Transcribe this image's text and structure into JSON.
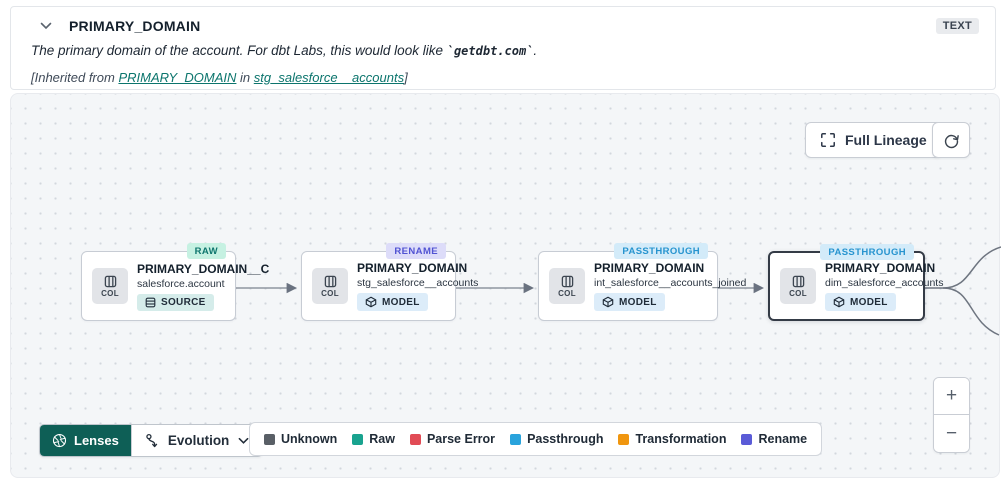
{
  "header": {
    "title": "PRIMARY_DOMAIN",
    "type_badge": "TEXT",
    "description_prefix": "The primary domain of the account. For dbt Labs, this would look like ",
    "description_code": "`getdbt.com`",
    "description_suffix": ".",
    "inherited_prefix": "[Inherited from ",
    "inherited_link_column": "PRIMARY_DOMAIN",
    "inherited_middle": " in ",
    "inherited_link_model": "stg_salesforce__accounts",
    "inherited_suffix": "]"
  },
  "toolbar": {
    "full_lineage_label": "Full Lineage"
  },
  "labels": {
    "col": "COL"
  },
  "nodes": [
    {
      "title": "PRIMARY_DOMAIN__C",
      "subtitle": "salesforce.account",
      "type": "SOURCE",
      "status": "RAW"
    },
    {
      "title": "PRIMARY_DOMAIN",
      "subtitle": "stg_salesforce__accounts",
      "type": "MODEL",
      "status": "RENAME"
    },
    {
      "title": "PRIMARY_DOMAIN",
      "subtitle": "int_salesforce__accounts_joined",
      "type": "MODEL",
      "status": "PASSTHROUGH"
    },
    {
      "title": "PRIMARY_DOMAIN",
      "subtitle": "dim_salesforce_accounts",
      "type": "MODEL",
      "status": "PASSTHROUGH"
    }
  ],
  "status_colors": {
    "RAW": {
      "bg": "#c6f1e2",
      "fg": "#0f766e"
    },
    "RENAME": {
      "bg": "#dddcf9",
      "fg": "#5153d3"
    },
    "PASSTHROUGH": {
      "bg": "#d3ebf9",
      "fg": "#2794cf"
    }
  },
  "lenses": {
    "label": "Lenses",
    "selected": "Evolution"
  },
  "legend": [
    {
      "label": "Unknown",
      "color": "#595f66"
    },
    {
      "label": "Raw",
      "color": "#19a38f"
    },
    {
      "label": "Parse Error",
      "color": "#e14b55"
    },
    {
      "label": "Passthrough",
      "color": "#29a3dc"
    },
    {
      "label": "Transformation",
      "color": "#f0960f"
    },
    {
      "label": "Rename",
      "color": "#5a5bd7"
    }
  ],
  "zoom": {
    "in": "+",
    "out": "−"
  },
  "colors": {
    "link_teal": "#0c756d",
    "lenses_green": "#0e5f56",
    "canvas_bg": "#f4f6f8",
    "edge_gray": "#8f96a0"
  }
}
